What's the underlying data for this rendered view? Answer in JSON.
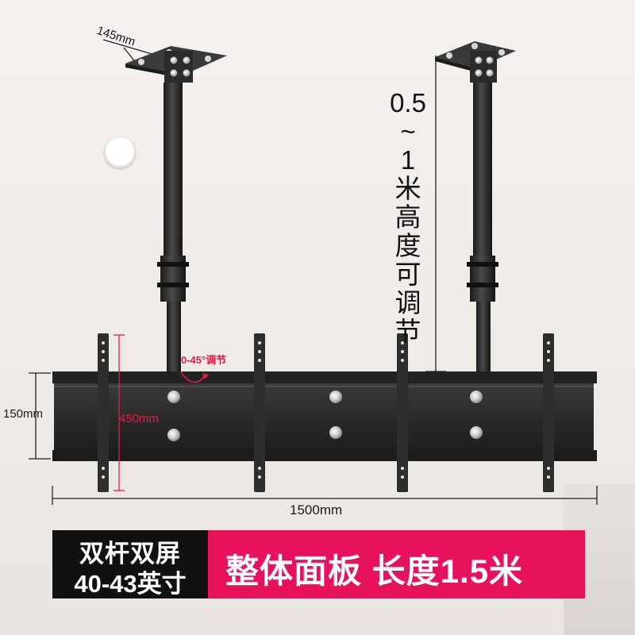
{
  "dimensions": {
    "bracket_width": "145mm",
    "panel_height": "150mm",
    "total_length": "1500mm",
    "vesa_height": "450mm",
    "tilt_range": "0-45°调节"
  },
  "height_adjust": {
    "value": "0.5",
    "tilde": "~",
    "one": "1",
    "unit_text": [
      "米",
      "高",
      "度",
      "可",
      "调",
      "节"
    ]
  },
  "banner": {
    "left_line1": "双杆双屏",
    "left_line2": "40-43英寸",
    "right_text": "整体面板 长度1.5米"
  },
  "colors": {
    "accent": "#e8125c",
    "dimension_red": "#e11d48",
    "metal": "#2b2b2b",
    "banner_dark": "#111111"
  }
}
